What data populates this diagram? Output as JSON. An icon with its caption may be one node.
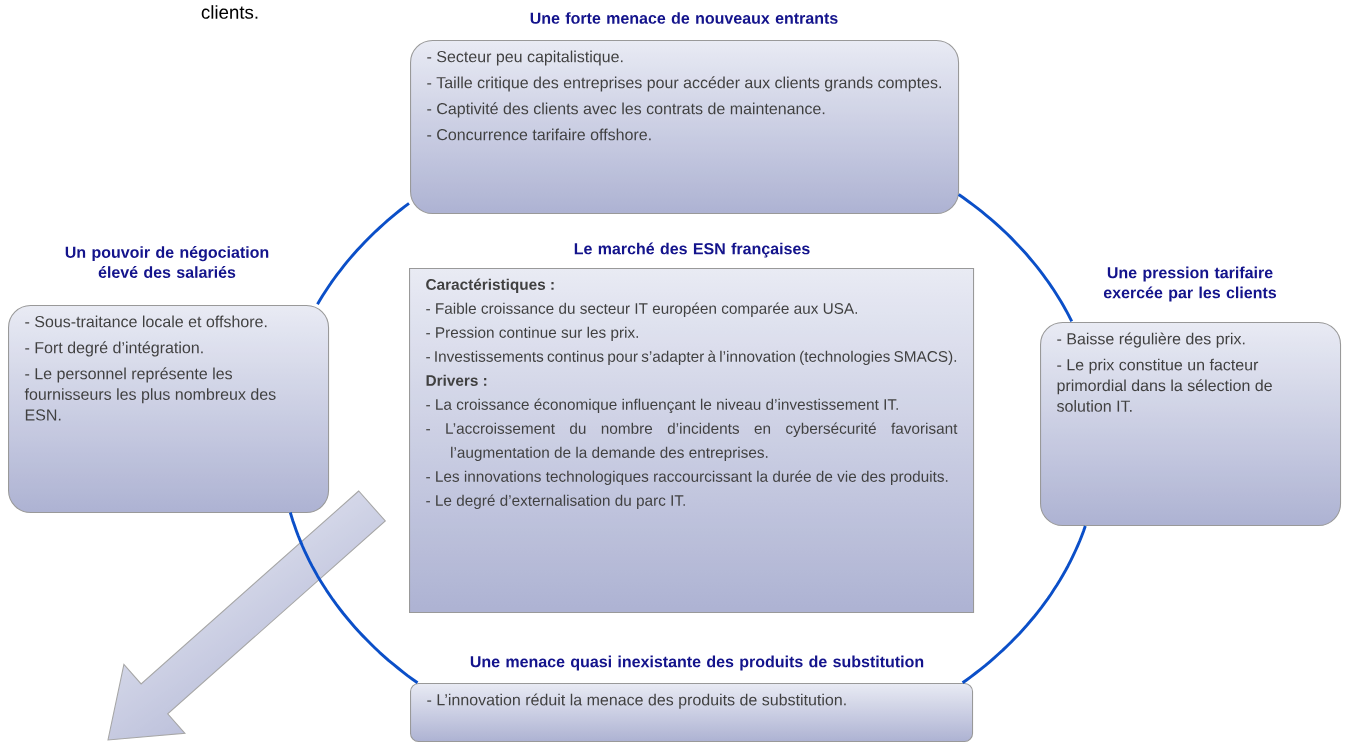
{
  "diagram": {
    "nodes": [
      {
        "text": [
          "Une forte menace de nouveaux entrants",
          "- Secteur peu capitalistique.",
          "- Taille critique des entreprises pour accéder aux clients grands comptes.",
          "- Captivité des clients avec les contrats de maintenance.",
          "- Concurrence tarifaire offshore."
        ]
      },
      {
        "text": [
          "Un pouvoir de négociation élevé des salariés",
          "- Sous-traitance locale et offshore.",
          "- Fort degré d’intégration.",
          "- Le personnel représente les fournisseurs les plus nombreux des ESN."
        ]
      },
      {
        "text": [
          "Le marché des ESN françaises",
          "Caractéristiques :",
          "- Faible croissance du secteur IT européen comparée aux USA.",
          "- Pression continue sur les prix.",
          "- Investissements continus pour s’adapter à l’innovation (technologies SMACS).",
          "Drivers :",
          "- La croissance économique influençant le niveau d’investissement IT.",
          "- L’accroissement du nombre d’incidents en cybersécurité favorisant l’augmentation de la demande des entreprises.",
          "- Les innovations technologiques raccourcissant la durée de vie des produits.",
          "- Le degré d’externalisation du parc IT."
        ]
      },
      {
        "text": [
          "Une pression tarifaire exercée par les clients",
          "- Baisse régulière des prix.",
          "- Le prix constitue un facteur primordial dans la sélection de solution IT."
        ]
      },
      {
        "text": [
          "Une menace quasi inexistante des produits de substitution",
          "- L’innovation réduit la menace des produits de substitution."
        ]
      }
    ],
    "edges": [
      {
        "from": 0,
        "to": 3,
        "arrow": "none"
      },
      {
        "from": 3,
        "to": 4,
        "arrow": "none"
      },
      {
        "from": 4,
        "to": 1,
        "arrow": "none"
      },
      {
        "from": 1,
        "to": 0,
        "arrow": "none"
      }
    ],
    "labels": [
      "clients."
    ]
  }
}
